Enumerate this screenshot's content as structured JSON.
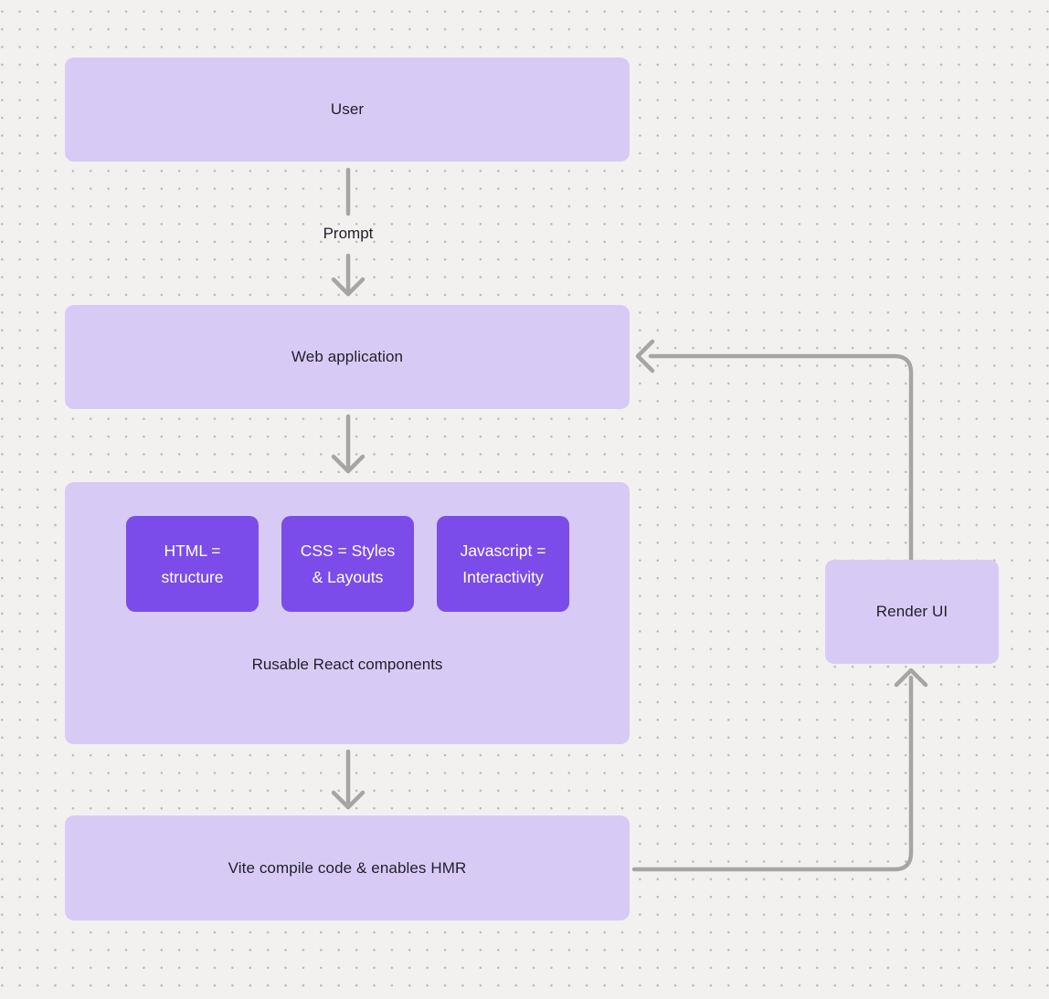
{
  "diagram": {
    "nodes": {
      "user": "User",
      "web_application": "Web application",
      "components_caption": "Rusable React components",
      "component_boxes": [
        "HTML = structure",
        "CSS = Styles & Layouts",
        "Javascript = Interactivity"
      ],
      "vite": "Vite compile code & enables HMR",
      "render_ui": "Render UI"
    },
    "edge_labels": {
      "prompt": "Prompt"
    },
    "colors": {
      "canvas_background": "#f2f1ef",
      "grid_dot": "#bcbab8",
      "node_fill_light": "#d7cbf6",
      "node_fill_accent": "#7b4ce9",
      "connector": "#a7a5a3",
      "text_dark": "#211f29",
      "text_light": "#ffffff"
    }
  }
}
